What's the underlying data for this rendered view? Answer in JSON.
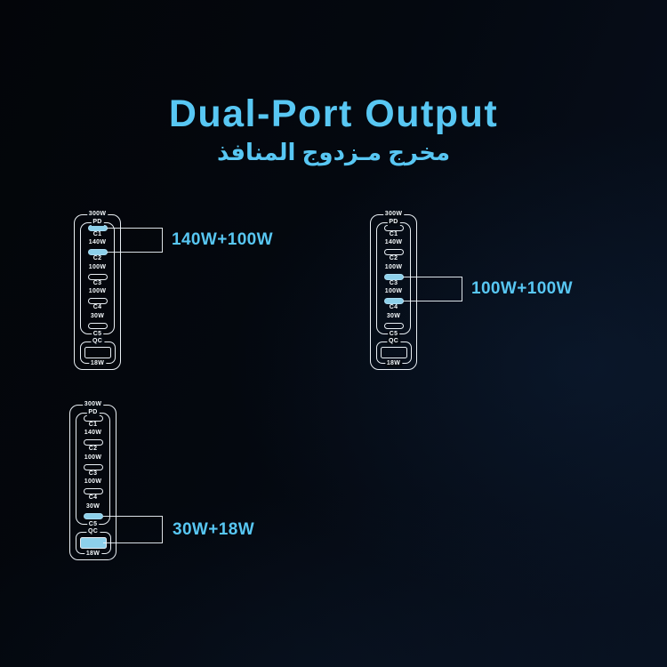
{
  "title": "Dual-Port Output",
  "subtitle_ar": "مخرج مـزدوج المنافذ",
  "colors": {
    "accent": "#58C7F3",
    "port_highlight": "#8DD0EA",
    "outline": "#E9EFF4",
    "background": "#04080f"
  },
  "chargers": [
    {
      "name": "combo-c1-c2",
      "total_label": "300W",
      "pd_label": "PD",
      "ports": [
        {
          "name": "C1",
          "highlighted": true
        },
        {
          "name": "C2",
          "watt": "140W",
          "highlighted": true
        },
        {
          "name": "C3",
          "watt": "100W",
          "highlighted": false
        },
        {
          "name": "C4",
          "watt": "100W",
          "highlighted": false
        },
        {
          "name": "C5",
          "watt": "30W",
          "highlighted": false
        }
      ],
      "qc_label": "QC",
      "qc_watt": "18W",
      "qc_highlighted": false,
      "callout": "140W+100W"
    },
    {
      "name": "combo-c3-c4",
      "total_label": "300W",
      "pd_label": "PD",
      "ports": [
        {
          "name": "C1",
          "highlighted": false
        },
        {
          "name": "C2",
          "watt": "140W",
          "highlighted": false
        },
        {
          "name": "C3",
          "watt": "100W",
          "highlighted": true
        },
        {
          "name": "C4",
          "watt": "100W",
          "highlighted": true
        },
        {
          "name": "C5",
          "watt": "30W",
          "highlighted": false
        }
      ],
      "qc_label": "QC",
      "qc_watt": "18W",
      "qc_highlighted": false,
      "callout": "100W+100W"
    },
    {
      "name": "combo-c5-qc",
      "total_label": "300W",
      "pd_label": "PD",
      "ports": [
        {
          "name": "C1",
          "highlighted": false
        },
        {
          "name": "C2",
          "watt": "140W",
          "highlighted": false
        },
        {
          "name": "C3",
          "watt": "100W",
          "highlighted": false
        },
        {
          "name": "C4",
          "watt": "100W",
          "highlighted": false
        },
        {
          "name": "C5",
          "watt": "30W",
          "highlighted": true
        }
      ],
      "qc_label": "QC",
      "qc_watt": "18W",
      "qc_highlighted": true,
      "callout": "30W+18W"
    }
  ]
}
